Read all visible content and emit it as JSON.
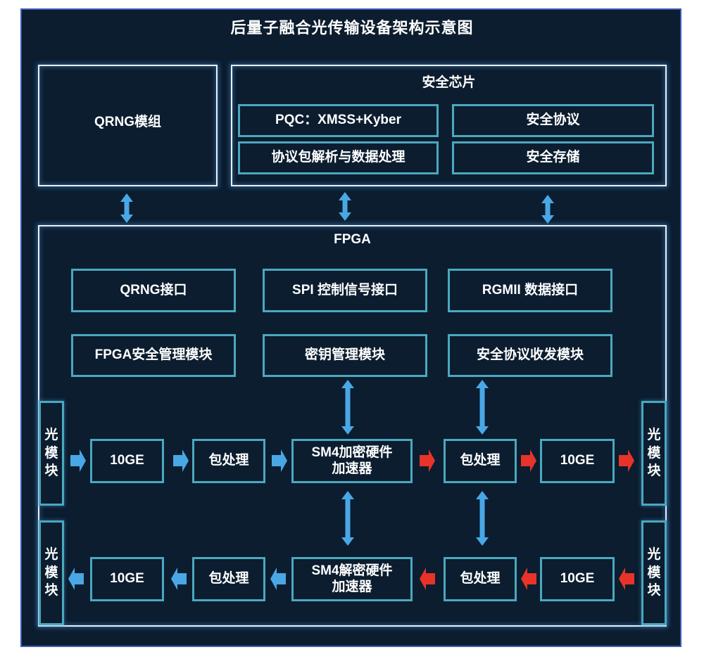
{
  "title": "后量子融合光传输设备架构示意图",
  "colors": {
    "background": "#0b1d2f",
    "outer_border": "#3e5bb7",
    "box_border": "#4aa8bf",
    "container_border": "#e8f0f8",
    "arrow_blue": "#4aa7e6",
    "arrow_red": "#e8332a",
    "text": "#ffffff"
  },
  "qrng_module": {
    "label": "QRNG模组"
  },
  "security_chip": {
    "label": "安全芯片",
    "items": [
      {
        "label": "PQC：XMSS+Kyber"
      },
      {
        "label": "安全协议"
      },
      {
        "label": "协议包解析与数据处理"
      },
      {
        "label": "安全存储"
      }
    ]
  },
  "fpga": {
    "label": "FPGA",
    "interfaces": [
      {
        "label": "QRNG接口"
      },
      {
        "label": "SPI 控制信号接口"
      },
      {
        "label": "RGMII 数据接口"
      }
    ],
    "modules": [
      {
        "label": "FPGA安全管理模块"
      },
      {
        "label": "密钥管理模块"
      },
      {
        "label": "安全协议收发模块"
      }
    ],
    "encrypt_path": {
      "input_optical": "光模块",
      "stages": [
        {
          "label": "10GE"
        },
        {
          "label": "包处理"
        },
        {
          "label": "SM4加密硬件加速器"
        },
        {
          "label": "包处理"
        },
        {
          "label": "10GE"
        }
      ],
      "output_optical": "光模块"
    },
    "decrypt_path": {
      "output_optical": "光模块",
      "stages": [
        {
          "label": "10GE"
        },
        {
          "label": "包处理"
        },
        {
          "label": "SM4解密硬件加速器"
        },
        {
          "label": "包处理"
        },
        {
          "label": "10GE"
        }
      ],
      "input_optical": "光模块"
    }
  },
  "optical_chars": [
    "光",
    "模",
    "块"
  ],
  "sm4_enc_lines": [
    "SM4加密硬件",
    "加速器"
  ],
  "sm4_dec_lines": [
    "SM4解密硬件",
    "加速器"
  ]
}
